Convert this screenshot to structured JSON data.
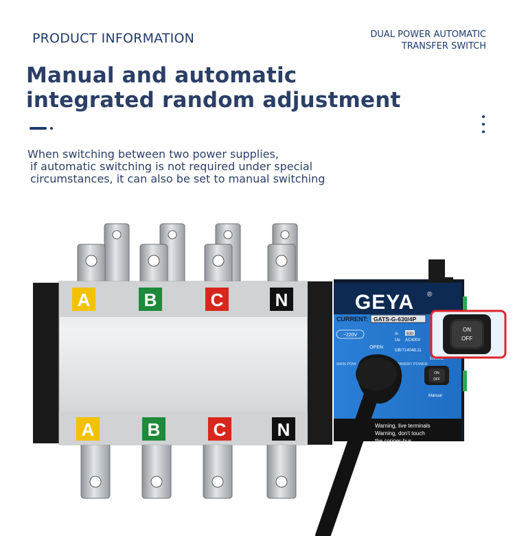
{
  "header": {
    "section_label": "PRODUCT INFORMATION",
    "product_name_line1": "DUAL POWER AUTOMATIC",
    "product_name_line2": "TRANSFER SWITCH"
  },
  "headline": {
    "line1": "Manual and automatic",
    "line2": "integrated random adjustment"
  },
  "description": {
    "line1": "When switching between two power supplies,",
    "line2": "if automatic switching is not required under special",
    "line3": "circumstances, it can also be set to manual switching"
  },
  "product": {
    "phase_labels": [
      "A",
      "B",
      "C",
      "N"
    ],
    "phase_colors": [
      "#f2c200",
      "#1e8a3a",
      "#d9261c",
      "#111111"
    ],
    "brand": "GEYA",
    "brand_mark": "®",
    "current_label": "CURRENT:",
    "model": "GATS-G-630/4P",
    "voltage": "~220V",
    "rating_label_1": "In",
    "rating_value": "630",
    "rating_label_2": "Ue",
    "rating_voltage": "AC400V",
    "standard": "GB/T14048.11",
    "open_label": "OPEN",
    "main_power": "MAIN POW",
    "standby_power": "STANDBY POWER",
    "electric_label": "Electric",
    "manual_label": "Manual",
    "toggle_on": "ON",
    "toggle_off": "OFF",
    "warning_1": "Warning, live terminals",
    "warning_2": "Warning, don't touch",
    "warning_3": "the copper-bus",
    "colors": {
      "panel_blue": "#2b7fd6",
      "panel_dark": "#0d2a52",
      "highlight_red": "#e0232b"
    }
  }
}
